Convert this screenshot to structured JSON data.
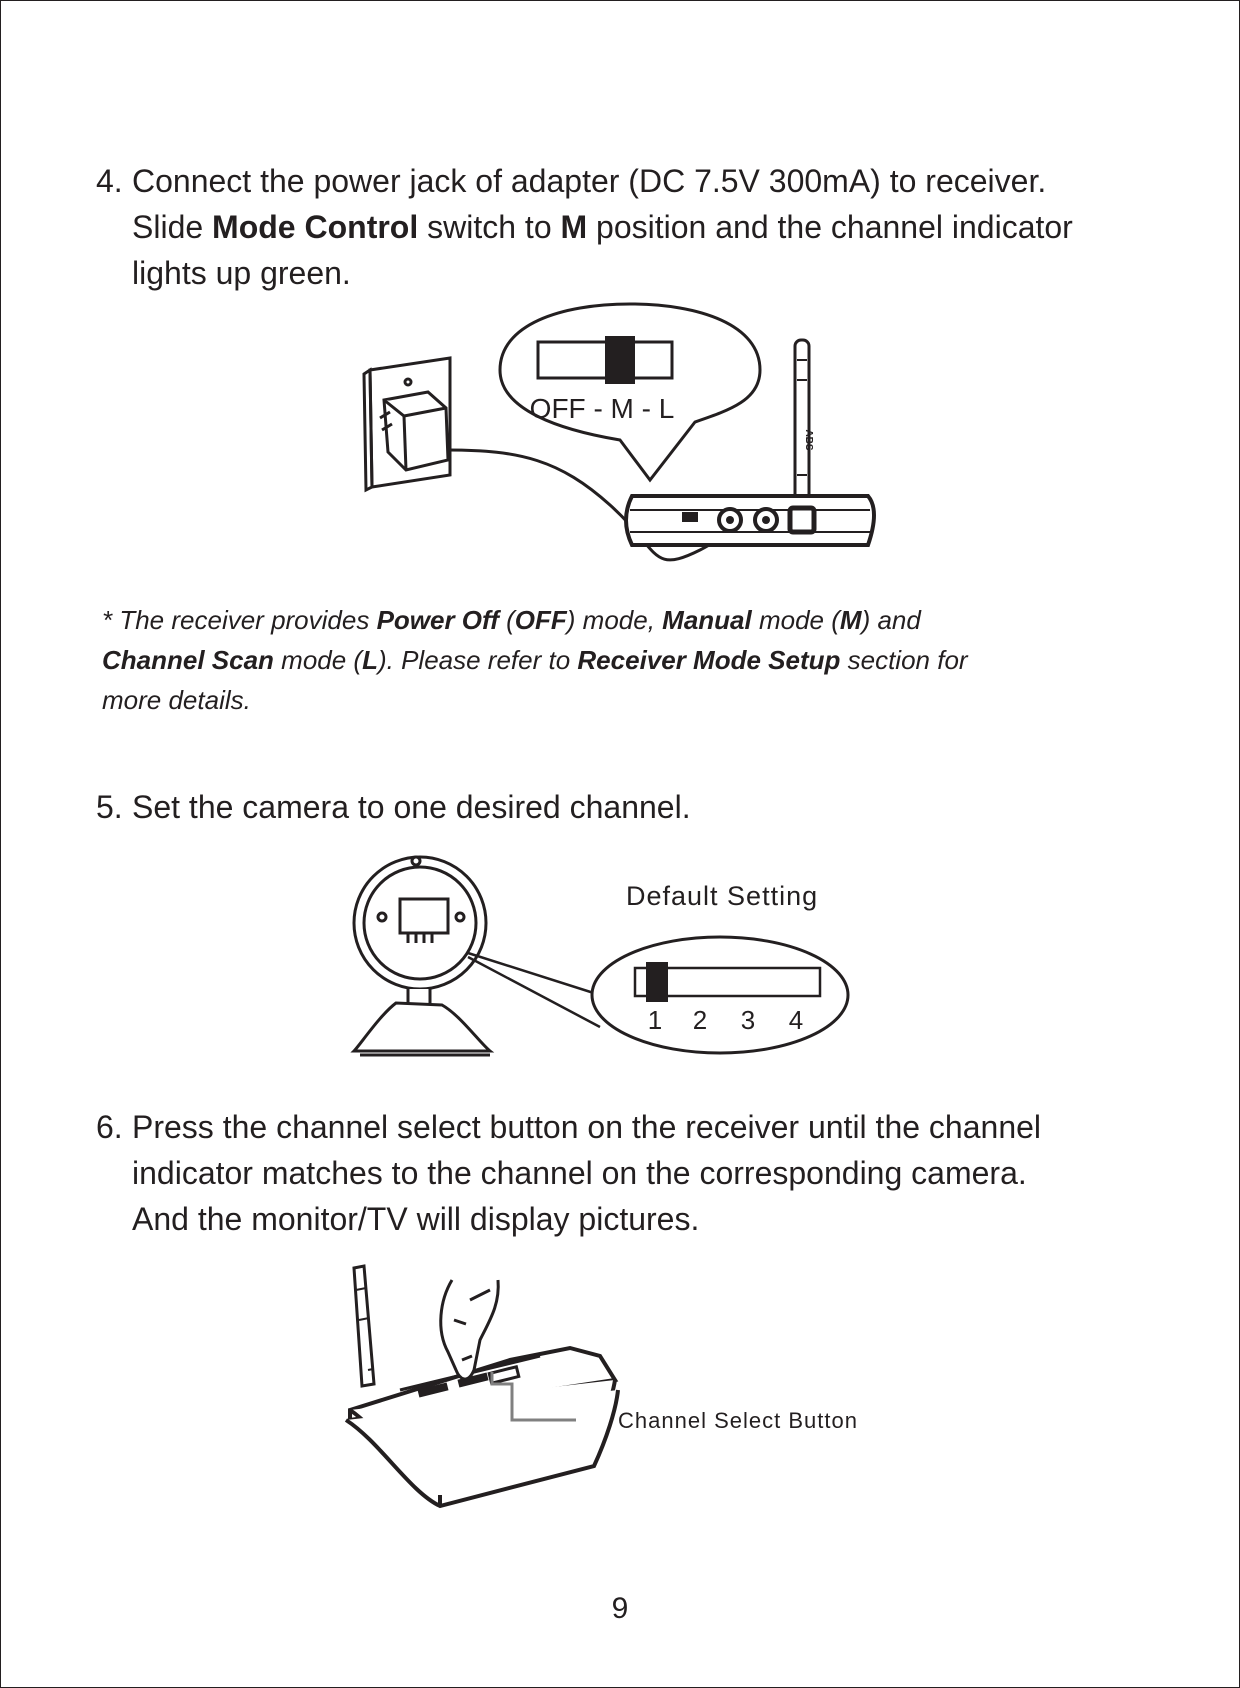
{
  "step4": {
    "number": "4.",
    "line1": "Connect the power jack of adapter (DC 7.5V 300mA) to receiver.",
    "line2_pre": "Slide ",
    "line2_bold1": "Mode Control",
    "line2_mid": " switch to ",
    "line2_bold2": "M",
    "line2_post": " position and the channel indicator",
    "line3": "lights up green."
  },
  "figure1": {
    "switch_label": "OFF - M - L",
    "antenna_text": "ABS"
  },
  "note": {
    "p1": "* The receiver provides ",
    "b1": "Power Off",
    "p2": " (",
    "b2": "OFF",
    "p3": ") mode, ",
    "b3": "Manual",
    "p4": " mode (",
    "b4": "M",
    "p5": ") and",
    "b5": "Channel Scan",
    "p6": " mode (",
    "b6": "L",
    "p7": "). Please refer to ",
    "b7": "Receiver Mode Setup",
    "p8": " section for",
    "p9": "more details."
  },
  "step5": {
    "number": "5.",
    "text": "Set the camera to one desired channel."
  },
  "figure2": {
    "default_label": "Default Setting",
    "channels": [
      "1",
      "2",
      "3",
      "4"
    ]
  },
  "step6": {
    "number": "6.",
    "line1": "Press the channel select button on the receiver until the channel",
    "line2": "indicator matches to the channel on the corresponding camera.",
    "line3": "And the monitor/TV will display pictures."
  },
  "figure3": {
    "callout_label": "Channel Select Button"
  },
  "page_number": "9"
}
